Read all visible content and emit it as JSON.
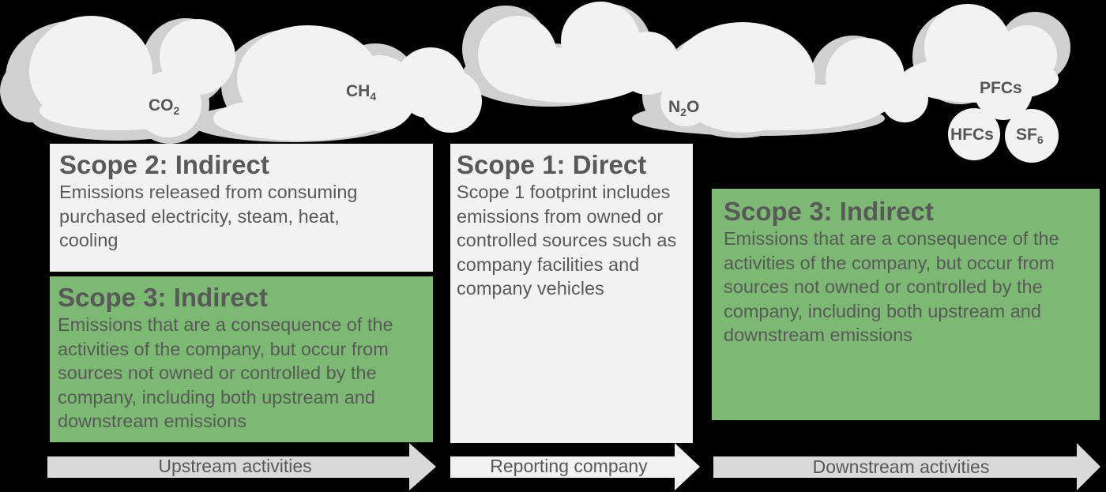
{
  "gases": {
    "co2": {
      "main": "CO",
      "sub": "2"
    },
    "ch4": {
      "main": "CH",
      "sub": "4"
    },
    "n2o": {
      "main": "N",
      "sub": "2",
      "tail": "O"
    },
    "pfcs": "PFCs",
    "hfcs": "HFCs",
    "sf6": {
      "main": "SF",
      "sub": "6"
    }
  },
  "scope2_upstream": {
    "title": "Scope 2: Indirect",
    "text": "Emissions released from consuming purchased electricity, steam, heat, cooling"
  },
  "scope3_upstream": {
    "title": "Scope 3: Indirect",
    "text": "Emissions that are a consequence of the activities of the company, but occur from sources not owned or controlled by the company, including both upstream and downstream emissions"
  },
  "scope1": {
    "title": "Scope 1: Direct",
    "text": "Scope 1 footprint includes emissions from owned or controlled sources such as company facilities and company vehicles"
  },
  "scope3_downstream": {
    "title": "Scope 3: Indirect",
    "text": "Emissions that are a consequence of the activities of the company, but occur from sources not owned or controlled by the company, including both upstream and downstream emissions"
  },
  "arrows": {
    "upstream": "Upstream activities",
    "reporting": "Reporting company",
    "downstream": "Downstream activities"
  },
  "colors": {
    "background": "#000000",
    "cloud": "#f2f2f2",
    "cloud_shadow": "#d0d0d0",
    "box_light": "#f2f2f2",
    "box_green": "#7cb972",
    "text": "#595959",
    "arrow": "#d9d9d9",
    "arrow_light": "#f2f2f2"
  }
}
